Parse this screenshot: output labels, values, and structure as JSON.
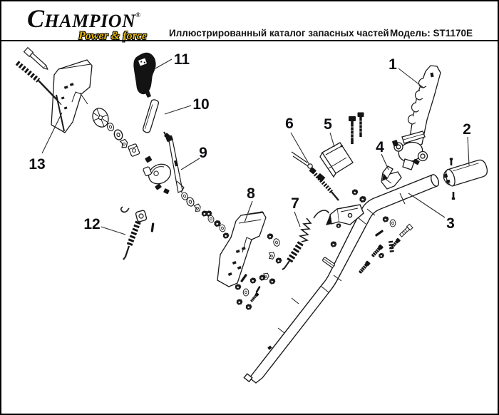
{
  "header": {
    "brand": "CHAMPION",
    "brand_mark": "®",
    "brand_tagline": "Power & force",
    "catalog_title": "Иллюстрированный каталог запасных частей",
    "model": "Модель: ST1170E"
  },
  "diagram": {
    "callouts": [
      {
        "number": "1"
      },
      {
        "number": "2"
      },
      {
        "number": "3"
      },
      {
        "number": "4"
      },
      {
        "number": "5"
      },
      {
        "number": "6"
      },
      {
        "number": "7"
      },
      {
        "number": "8"
      },
      {
        "number": "9"
      },
      {
        "number": "10"
      },
      {
        "number": "11"
      },
      {
        "number": "12"
      },
      {
        "number": "13"
      }
    ]
  },
  "colors": {
    "tagline_yellow": "#e3b505",
    "ink": "#141414",
    "line": "#1b1b1b"
  }
}
